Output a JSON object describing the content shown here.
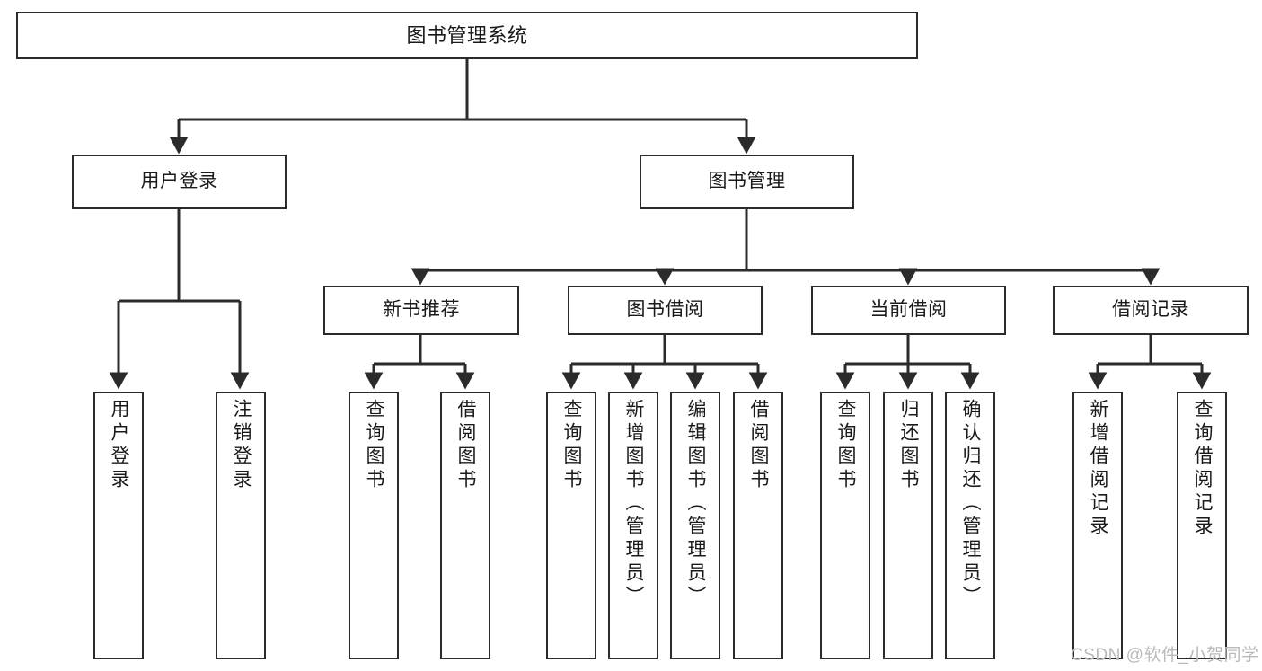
{
  "diagram": {
    "title": "图书管理系统",
    "type": "functional-structure-tree",
    "background": "#ffffff",
    "line_color": "#2b2b2b",
    "box_border_color": "#2b2b2b",
    "box_fill": "#ffffff",
    "text_color": "#1a1a1a"
  },
  "watermark": {
    "text": "CSDN @软件_小贺同学",
    "color": "#b9b9b9"
  },
  "nodes": {
    "root": {
      "label": "图书管理系统"
    },
    "level1": [
      {
        "id": "user-login",
        "label": "用户登录"
      },
      {
        "id": "book-manage",
        "label": "图书管理"
      }
    ],
    "level2": [
      {
        "id": "new-book-recommend",
        "label": "新书推荐"
      },
      {
        "id": "book-borrow",
        "label": "图书借阅"
      },
      {
        "id": "current-borrow",
        "label": "当前借阅"
      },
      {
        "id": "borrow-record",
        "label": "借阅记录"
      }
    ],
    "leaves": {
      "user_login": [
        {
          "id": "leaf-user-login",
          "label": "用户登录"
        },
        {
          "id": "leaf-logout-login",
          "label": "注销登录"
        }
      ],
      "new_book_recommend": [
        {
          "id": "leaf-query-book-1",
          "label": "查询图书"
        },
        {
          "id": "leaf-borrow-book-1",
          "label": "借阅图书"
        }
      ],
      "book_borrow": [
        {
          "id": "leaf-query-book-2",
          "label": "查询图书"
        },
        {
          "id": "leaf-add-book",
          "label": "新增图书（管理员）"
        },
        {
          "id": "leaf-edit-book",
          "label": "编辑图书（管理员）"
        },
        {
          "id": "leaf-borrow-book-2",
          "label": "借阅图书"
        }
      ],
      "current_borrow": [
        {
          "id": "leaf-query-book-3",
          "label": "查询图书"
        },
        {
          "id": "leaf-return-book",
          "label": "归还图书"
        },
        {
          "id": "leaf-confirm-return",
          "label": "确认归还（管理员）"
        }
      ],
      "borrow_record": [
        {
          "id": "leaf-add-borrow-record",
          "label": "新增借阅记录"
        },
        {
          "id": "leaf-query-borrow-record",
          "label": "查询借阅记录"
        }
      ]
    }
  }
}
